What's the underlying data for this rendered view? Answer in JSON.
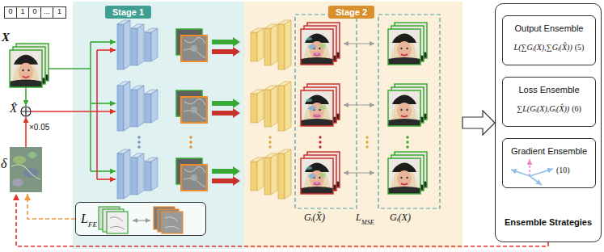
{
  "diagram": {
    "nodes": [
      {
        "text": [
          "0",
          "1",
          "0",
          "...",
          "1"
        ]
      },
      {
        "text": [
          "δ"
        ]
      },
      {
        "text": [
          "Stage 1"
        ]
      },
      {
        "text": [
          "L",
          "FE"
        ],
        "in": 2
      },
      {
        "text": [
          "Stage 2"
        ]
      },
      {
        "text": [
          "Ensemble Strategies"
        ]
      },
      {
        "text": [
          "Output Ensemble",
          "L(∑Gᵢ(X),∑Gᵢ(X̂))",
          "(5)"
        ],
        "in": 5
      },
      {
        "text": [
          "Loss Ensemble",
          "∑L(Gᵢ(X),Gᵢ(X̂))",
          "(6)"
        ],
        "in": 5
      },
      {
        "text": [
          "Gradient Ensemble",
          "(10)"
        ],
        "in": 5
      }
    ],
    "edges": [
      {
        "from": 3,
        "to": 1,
        "arrow": "to"
      },
      {
        "from": 5,
        "to": 1,
        "arrow": "to"
      },
      {
        "from": 4,
        "to": 5,
        "arrow": "to"
      }
    ],
    "labels": [
      "X",
      "X̂",
      "×0.05",
      "Gᵢ(X̂)",
      "L",
      "MSE",
      "Gᵢ(X)"
    ]
  }
}
